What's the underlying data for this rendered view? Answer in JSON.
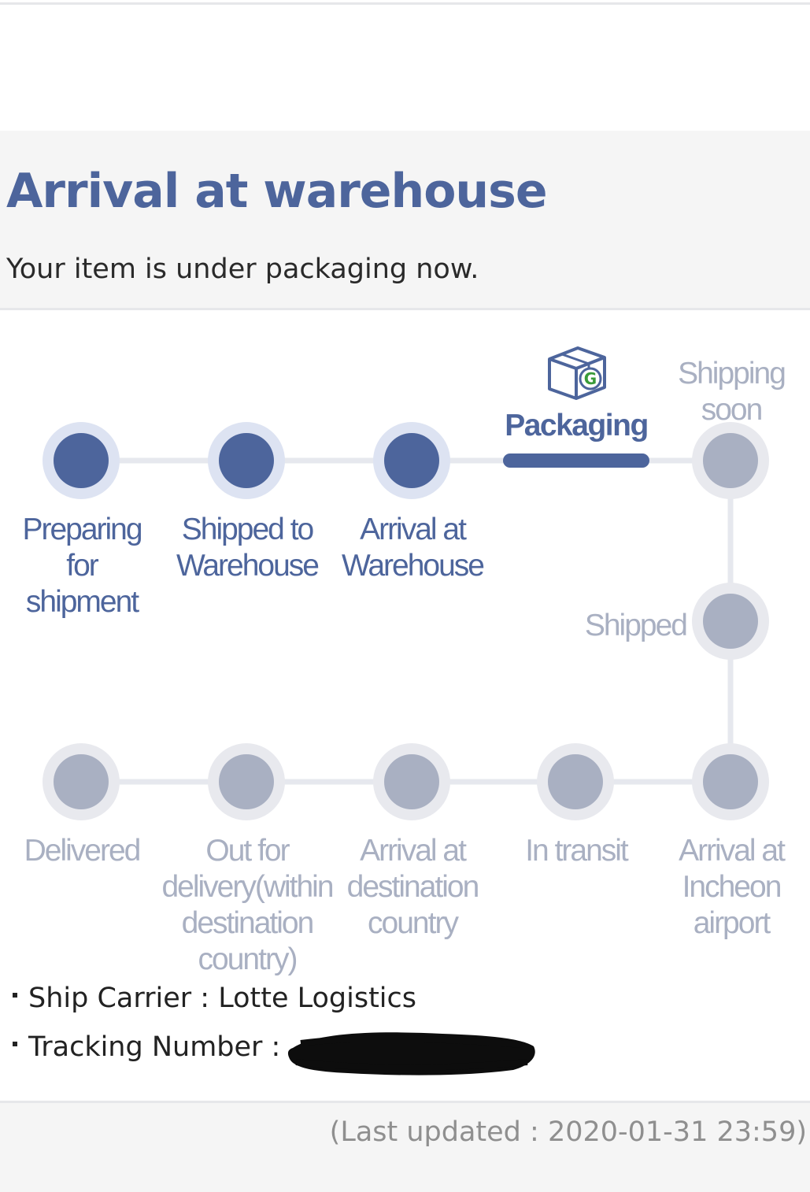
{
  "header": {
    "title": "Arrival at warehouse",
    "subtitle": "Your item is under packaging now."
  },
  "steps": [
    {
      "id": "preparing",
      "label": "Preparing\nfor\nshipment",
      "state": "done"
    },
    {
      "id": "shipped-to-warehouse",
      "label": "Shipped to\nWarehouse",
      "state": "done"
    },
    {
      "id": "arrival-warehouse",
      "label": "Arrival at\nWarehouse",
      "state": "done"
    },
    {
      "id": "packaging",
      "label": "Packaging",
      "state": "current",
      "icon": "package-box-icon",
      "icon_letter": "G"
    },
    {
      "id": "shipping-soon",
      "label": "Shipping\nsoon",
      "state": "pending"
    },
    {
      "id": "shipped",
      "label": "Shipped",
      "state": "pending"
    },
    {
      "id": "arrival-incheon",
      "label": "Arrival at\nIncheon\nairport",
      "state": "pending"
    },
    {
      "id": "in-transit",
      "label": "In transit",
      "state": "pending"
    },
    {
      "id": "arrival-destination",
      "label": "Arrival at\ndestination\ncountry",
      "state": "pending"
    },
    {
      "id": "out-for-delivery",
      "label": "Out for\ndelivery(within\ndestination\ncountry)",
      "state": "pending"
    },
    {
      "id": "delivered",
      "label": "Delivered",
      "state": "pending"
    }
  ],
  "info": {
    "carrier": "Ship Carrier : Lotte Logistics",
    "tracking_label": "Tracking Number :"
  },
  "footer": {
    "last_updated": "(Last updated : 2020-01-31 23:59)"
  },
  "colors": {
    "primary": "#4d659c",
    "done_ring": "#dde3f2",
    "pending_dot": "#a9b0c2",
    "pending_ring": "#e8e9ee",
    "track_line": "#e6e8ee",
    "logo_green": "#3a9b3a"
  }
}
